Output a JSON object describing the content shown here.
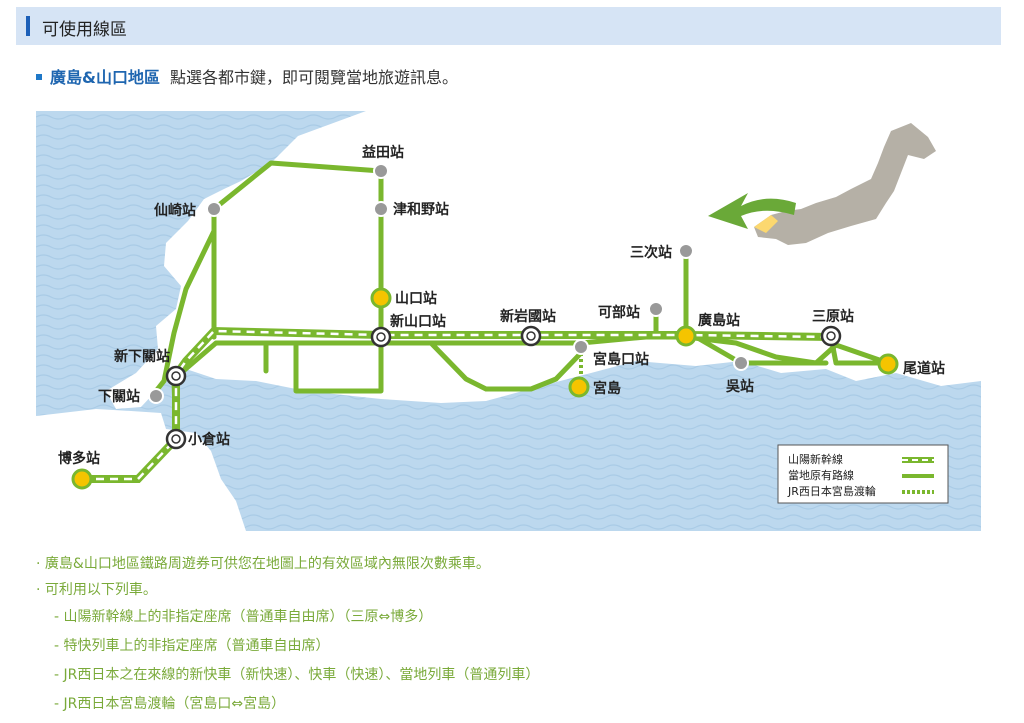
{
  "header": {
    "title": "可使用線區"
  },
  "subtitle": {
    "region": "廣島&山口地區",
    "text": "點選各都市鍵，即可閱覽當地旅遊訊息。"
  },
  "map": {
    "stations": {
      "masuda": "益田站",
      "senzaki": "仙崎站",
      "tsuwano": "津和野站",
      "yamaguchi": "山口站",
      "shinyamaguchi": "新山口站",
      "shinshimonoseki": "新下關站",
      "shimonoseki": "下關站",
      "kokura": "小倉站",
      "hakata": "博多站",
      "shiniwakuni": "新岩國站",
      "kabe": "可部站",
      "miyoshi": "三次站",
      "hiroshima": "廣島站",
      "mihara": "三原站",
      "onomichi": "尾道站",
      "miyajimaguchi": "宮島口站",
      "miyajima": "宮島",
      "kure": "吳站"
    },
    "legend": {
      "shinkansen": "山陽新幹線",
      "local": "當地原有路線",
      "ferry": "JR西日本宮島渡輪"
    },
    "colors": {
      "line": "#7ab72e",
      "sea": "#bcd8ee",
      "land": "#ffffff",
      "major": "#f5c400"
    }
  },
  "notes": {
    "items": [
      "· 廣島&山口地區鐵路周遊券可供您在地圖上的有效區域內無限次數乘車。",
      "· 可利用以下列車。"
    ],
    "subitems": [
      "- 山陽新幹線上的非指定座席（普通車自由席）（三原⇔博多）",
      "- 特快列車上的非指定座席（普通車自由席）",
      "- JR西日本之在來線的新快車（新快速）、快車（快速）、當地列車（普通列車）",
      "- JR西日本宮島渡輪（宮島口⇔宮島）"
    ]
  }
}
